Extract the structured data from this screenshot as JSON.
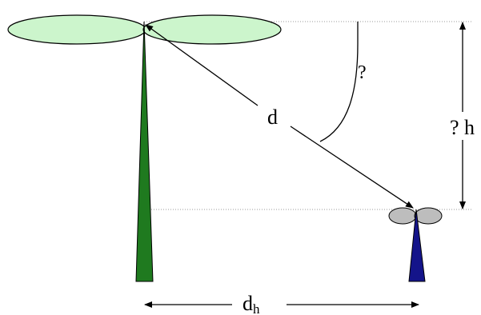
{
  "labels": {
    "distance": "d",
    "angle": "?",
    "height_difference": "? h",
    "horizontal_distance_main": "d",
    "horizontal_distance_sub": "h"
  },
  "colors": {
    "tall_tree_trunk": "#1f7a1f",
    "tall_tree_canopy": "#ccf5cc",
    "short_tree_trunk": "#14148a",
    "short_tree_canopy": "#bdbdbd",
    "reference_line": "#999999",
    "arrow": "#000000"
  }
}
